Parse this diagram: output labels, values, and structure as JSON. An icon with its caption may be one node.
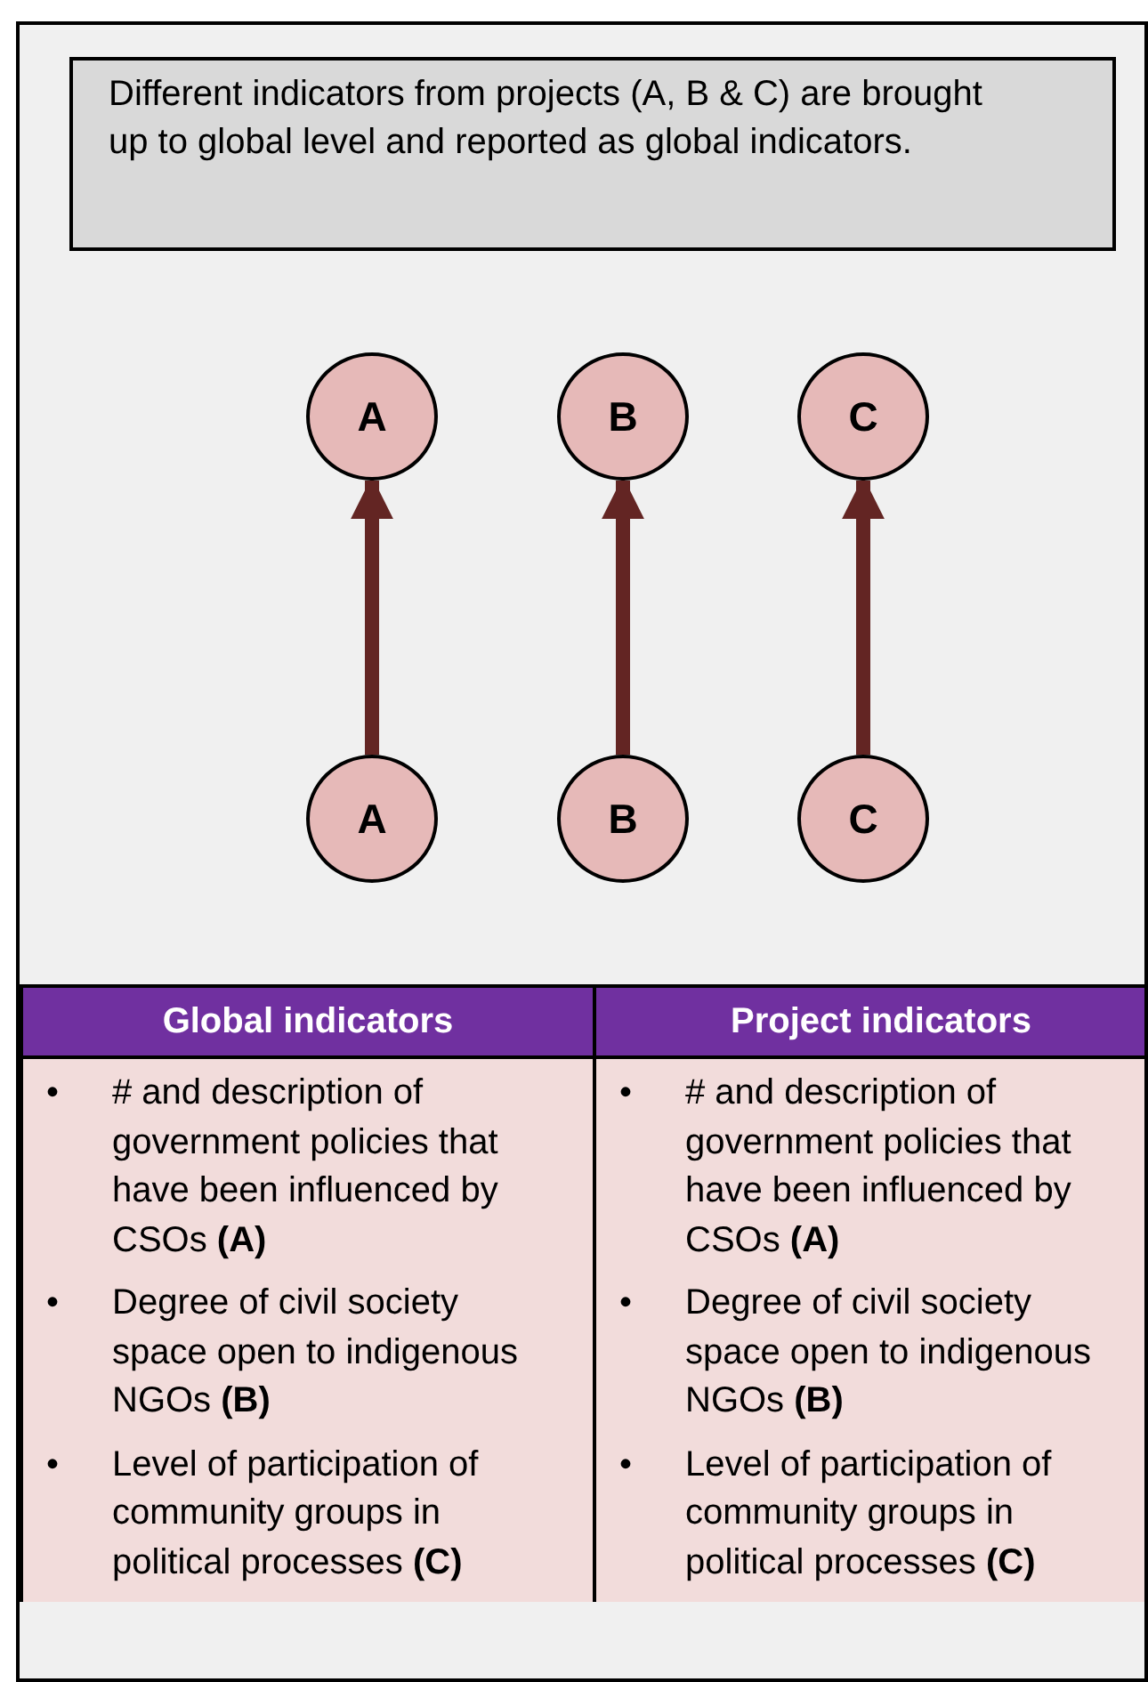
{
  "diagram": {
    "nodes": [
      {
        "text": [
          "Different indicators from projects (A, B & C) are brought up to global level and reported as global indicators."
        ]
      },
      {
        "text": [
          "A"
        ]
      },
      {
        "text": [
          "B"
        ]
      },
      {
        "text": [
          "C"
        ]
      },
      {
        "text": [
          "A"
        ]
      },
      {
        "text": [
          "B"
        ]
      },
      {
        "text": [
          "C"
        ]
      }
    ],
    "edges": [
      {
        "from": 4,
        "to": 1,
        "arrow": "to"
      },
      {
        "from": 5,
        "to": 2,
        "arrow": "to"
      },
      {
        "from": 6,
        "to": 3,
        "arrow": "to"
      }
    ],
    "labels": [
      "Global indicators",
      "Project indicators",
      "•",
      "# and description of government policies that have been influenced by CSOs **(A)**",
      "•",
      "Degree of civil society space open to indigenous NGOs **(B)**",
      "•",
      "Level of participation of community groups in political processes **(C)**",
      "•",
      "# and description of government policies that have been influenced by CSOs **(A)**",
      "•",
      "Degree of civil society space open to indigenous NGOs **(B)**",
      "•",
      "Level of participation of community groups in political processes **(C)**"
    ]
  }
}
